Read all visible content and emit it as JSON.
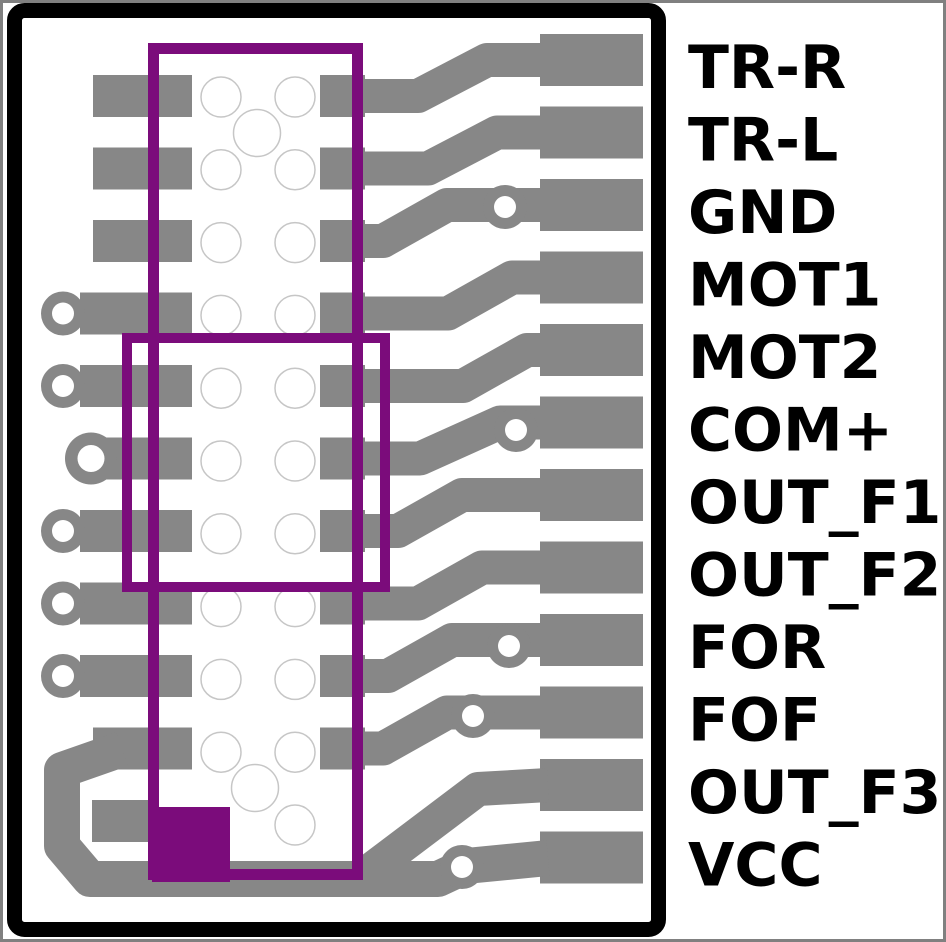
{
  "board": {
    "pin_labels": [
      "TR-R",
      "TR-L",
      "GND",
      "MOT1",
      "MOT2",
      "COM+",
      "OUT_F1",
      "OUT_F2",
      "FOR",
      "FOF",
      "OUT_F3",
      "VCC"
    ],
    "colors": {
      "copper_trace": "#878787",
      "silkscreen_purple": "#7b0c7b",
      "board_outline": "#000000",
      "hole_outline": "#c6c6c6",
      "image_border": "#808080",
      "background": "#ffffff"
    }
  }
}
